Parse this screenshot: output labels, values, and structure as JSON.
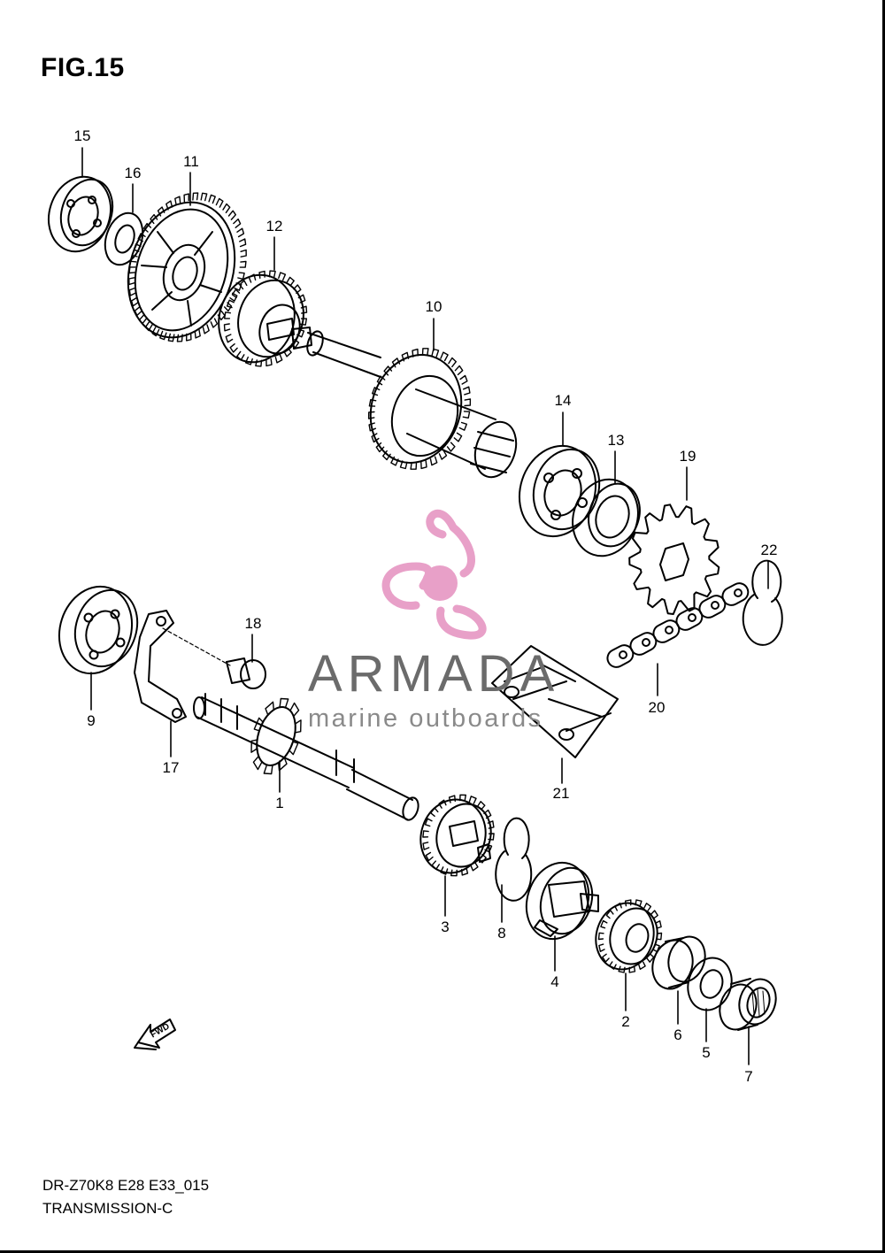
{
  "figure": {
    "title": "FIG.15"
  },
  "footer": {
    "model_code": "DR-Z70K8 E28 E33_015",
    "section_name": "TRANSMISSION-C"
  },
  "watermark": {
    "brand": "ARMADA",
    "tagline": "marine outboards",
    "logo_color": "#e8a0c8",
    "text_color": "#6b6b6b"
  },
  "fwd_arrow": {
    "label": "FWD"
  },
  "callouts": [
    {
      "id": "15",
      "label": "15"
    },
    {
      "id": "16",
      "label": "16"
    },
    {
      "id": "11",
      "label": "11"
    },
    {
      "id": "12",
      "label": "12"
    },
    {
      "id": "10",
      "label": "10"
    },
    {
      "id": "14",
      "label": "14"
    },
    {
      "id": "13",
      "label": "13"
    },
    {
      "id": "19",
      "label": "19"
    },
    {
      "id": "22",
      "label": "22"
    },
    {
      "id": "20",
      "label": "20"
    },
    {
      "id": "21",
      "label": "21"
    },
    {
      "id": "18",
      "label": "18"
    },
    {
      "id": "9",
      "label": "9"
    },
    {
      "id": "17",
      "label": "17"
    },
    {
      "id": "1",
      "label": "1"
    },
    {
      "id": "3",
      "label": "3"
    },
    {
      "id": "8",
      "label": "8"
    },
    {
      "id": "4",
      "label": "4"
    },
    {
      "id": "2",
      "label": "2"
    },
    {
      "id": "6",
      "label": "6"
    },
    {
      "id": "5",
      "label": "5"
    },
    {
      "id": "7",
      "label": "7"
    }
  ]
}
